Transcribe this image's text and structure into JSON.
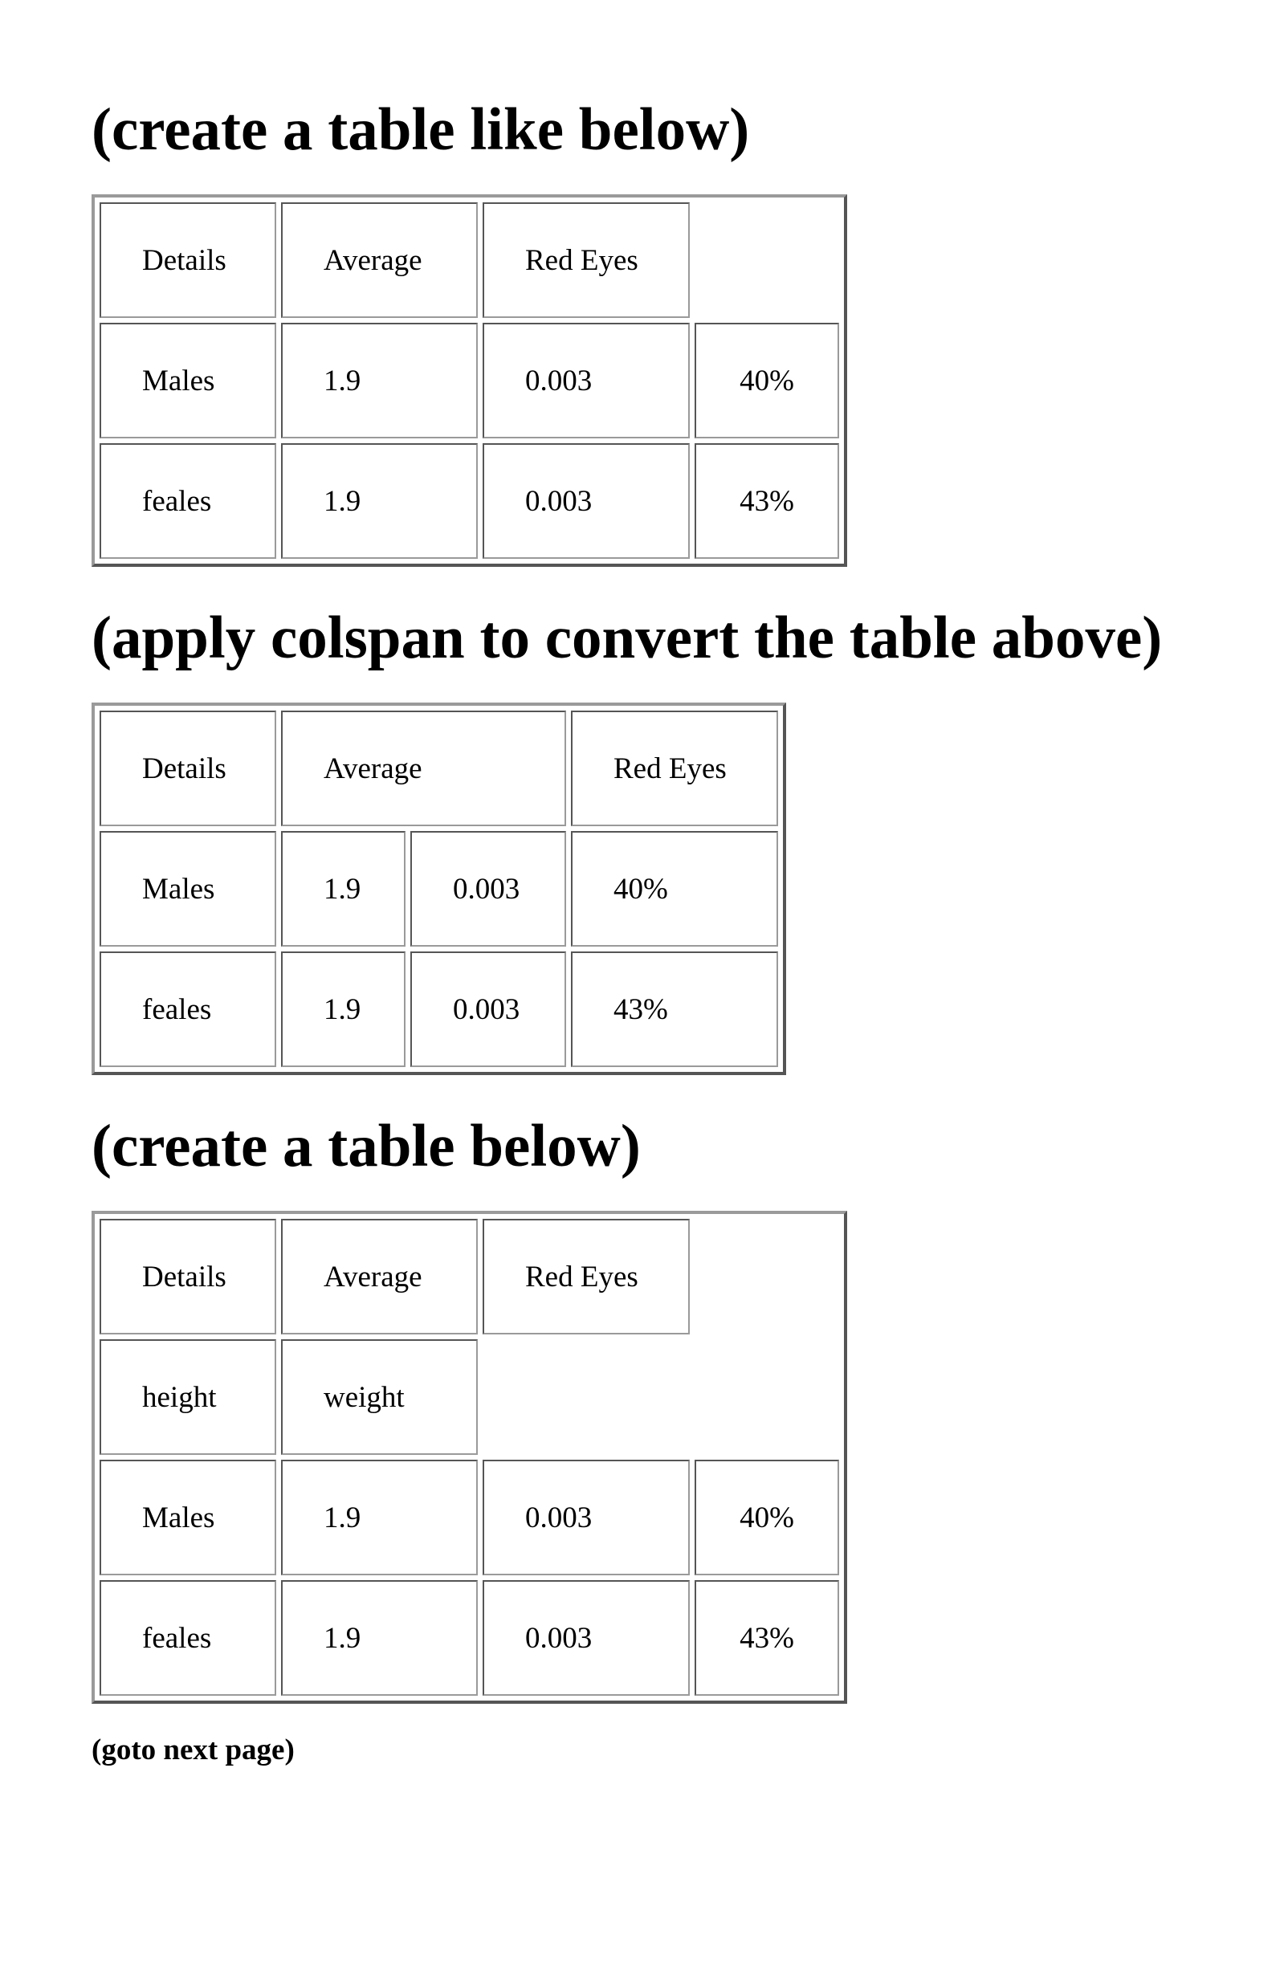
{
  "headings": {
    "first": "(create a table like below)",
    "second": "(apply colspan to convert the table above)",
    "third": "(create a table below)"
  },
  "table1": {
    "header": [
      "Details",
      "Average",
      "Red Eyes"
    ],
    "rows": [
      [
        "Males",
        "1.9",
        "0.003",
        "40%"
      ],
      [
        "feales",
        "1.9",
        "0.003",
        "43%"
      ]
    ]
  },
  "table2": {
    "header": [
      "Details",
      "Average",
      "Red Eyes"
    ],
    "rows": [
      [
        "Males",
        "1.9",
        "0.003",
        "40%"
      ],
      [
        "feales",
        "1.9",
        "0.003",
        "43%"
      ]
    ]
  },
  "table3": {
    "header": [
      "Details",
      "Average",
      "Red Eyes"
    ],
    "subheader": [
      "height",
      "weight"
    ],
    "rows": [
      [
        "Males",
        "1.9",
        "0.003",
        "40%"
      ],
      [
        "feales",
        "1.9",
        "0.003",
        "43%"
      ]
    ]
  },
  "footer": {
    "note": "(goto next page)"
  }
}
